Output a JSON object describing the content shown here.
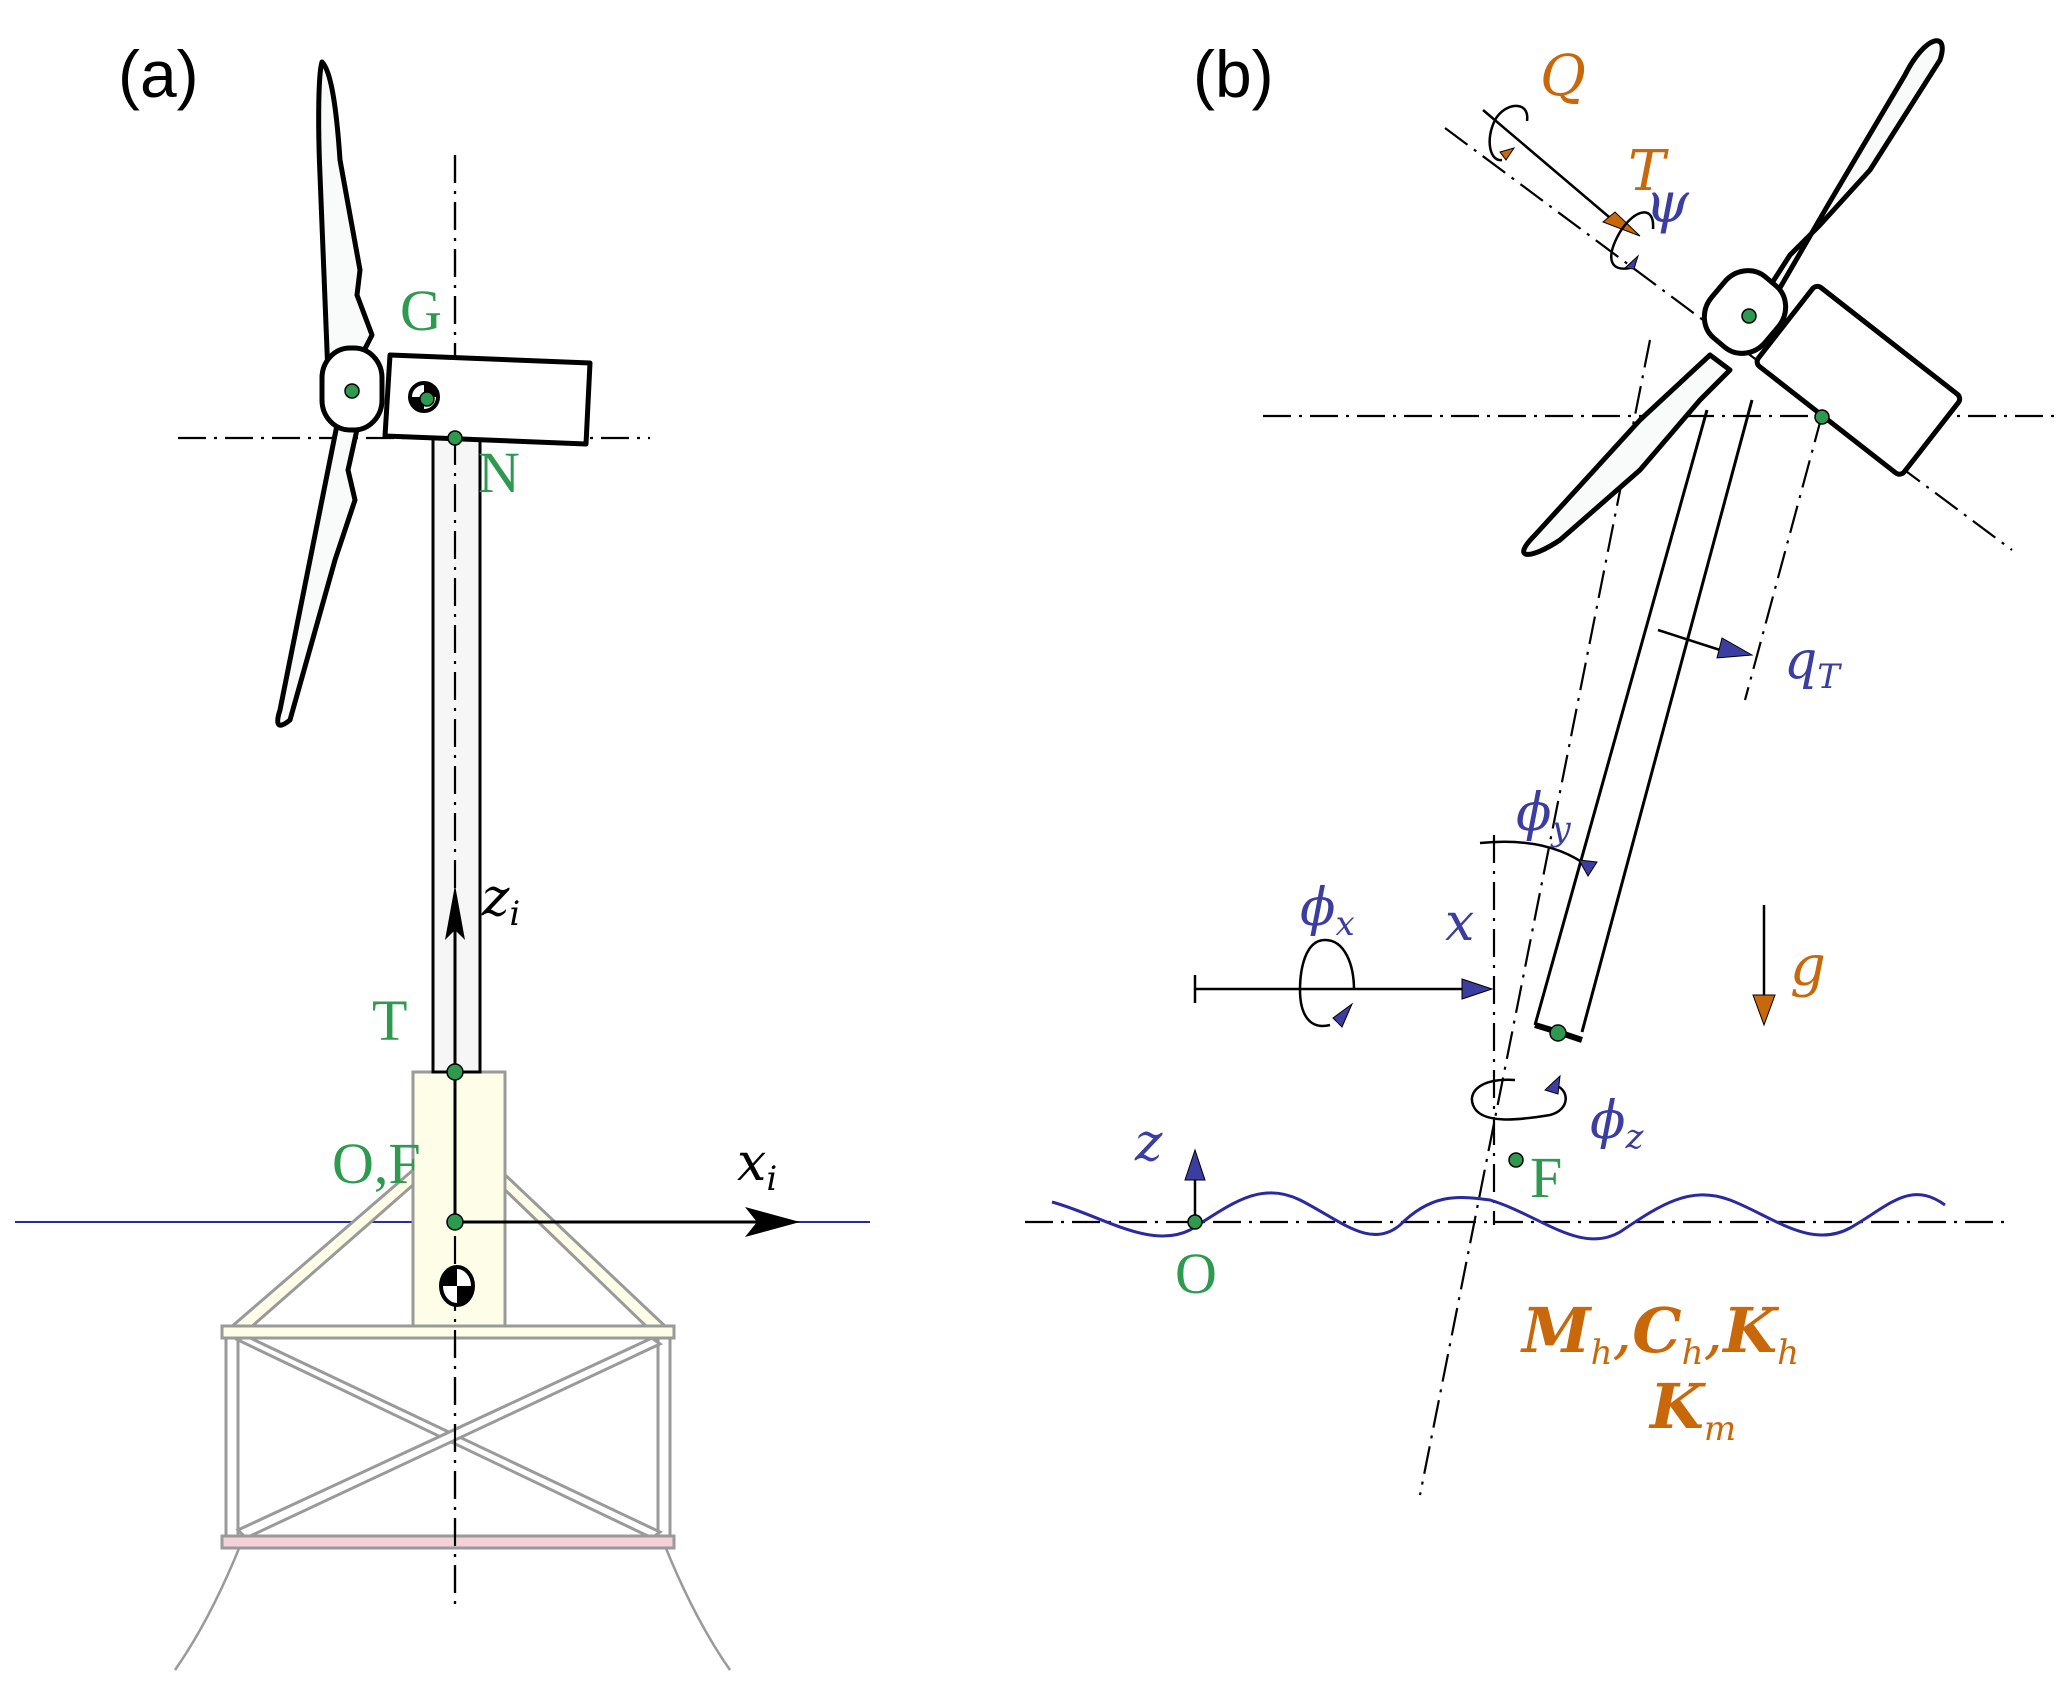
{
  "figure": {
    "panel_a": {
      "label": "(a)",
      "points": {
        "G": "G",
        "N": "N",
        "T": "T",
        "OF": "O,F"
      },
      "axes": {
        "z": "z",
        "z_sub": "i",
        "x": "x",
        "x_sub": "i"
      }
    },
    "panel_b": {
      "label": "(b)",
      "loads": {
        "Q": "Q",
        "T": "T",
        "g": "g"
      },
      "dofs": {
        "psi": "ψ",
        "qT": "q",
        "qT_sub": "T",
        "phi_y": "ϕ",
        "phi_y_sub": "y",
        "phi_x": "ϕ",
        "phi_x_sub": "x",
        "phi_z": "ϕ",
        "phi_z_sub": "z",
        "x": "x",
        "z": "z"
      },
      "points": {
        "F": "F",
        "O": "O"
      },
      "matrices": {
        "M": "M",
        "M_sub": "h",
        "C": "C",
        "C_sub": "h",
        "K": "K",
        "K_sub": "h",
        "Km": "K",
        "Km_sub": "m",
        "comma": ","
      }
    },
    "colors": {
      "point_green": "#2e9a50",
      "dof_blue": "#3b3da0",
      "load_orange": "#c8680a",
      "waterline_blue": "#2a2aa0",
      "platform_yellow": "#fefee8",
      "heave_plate_pink": "#f4d0d8"
    }
  }
}
